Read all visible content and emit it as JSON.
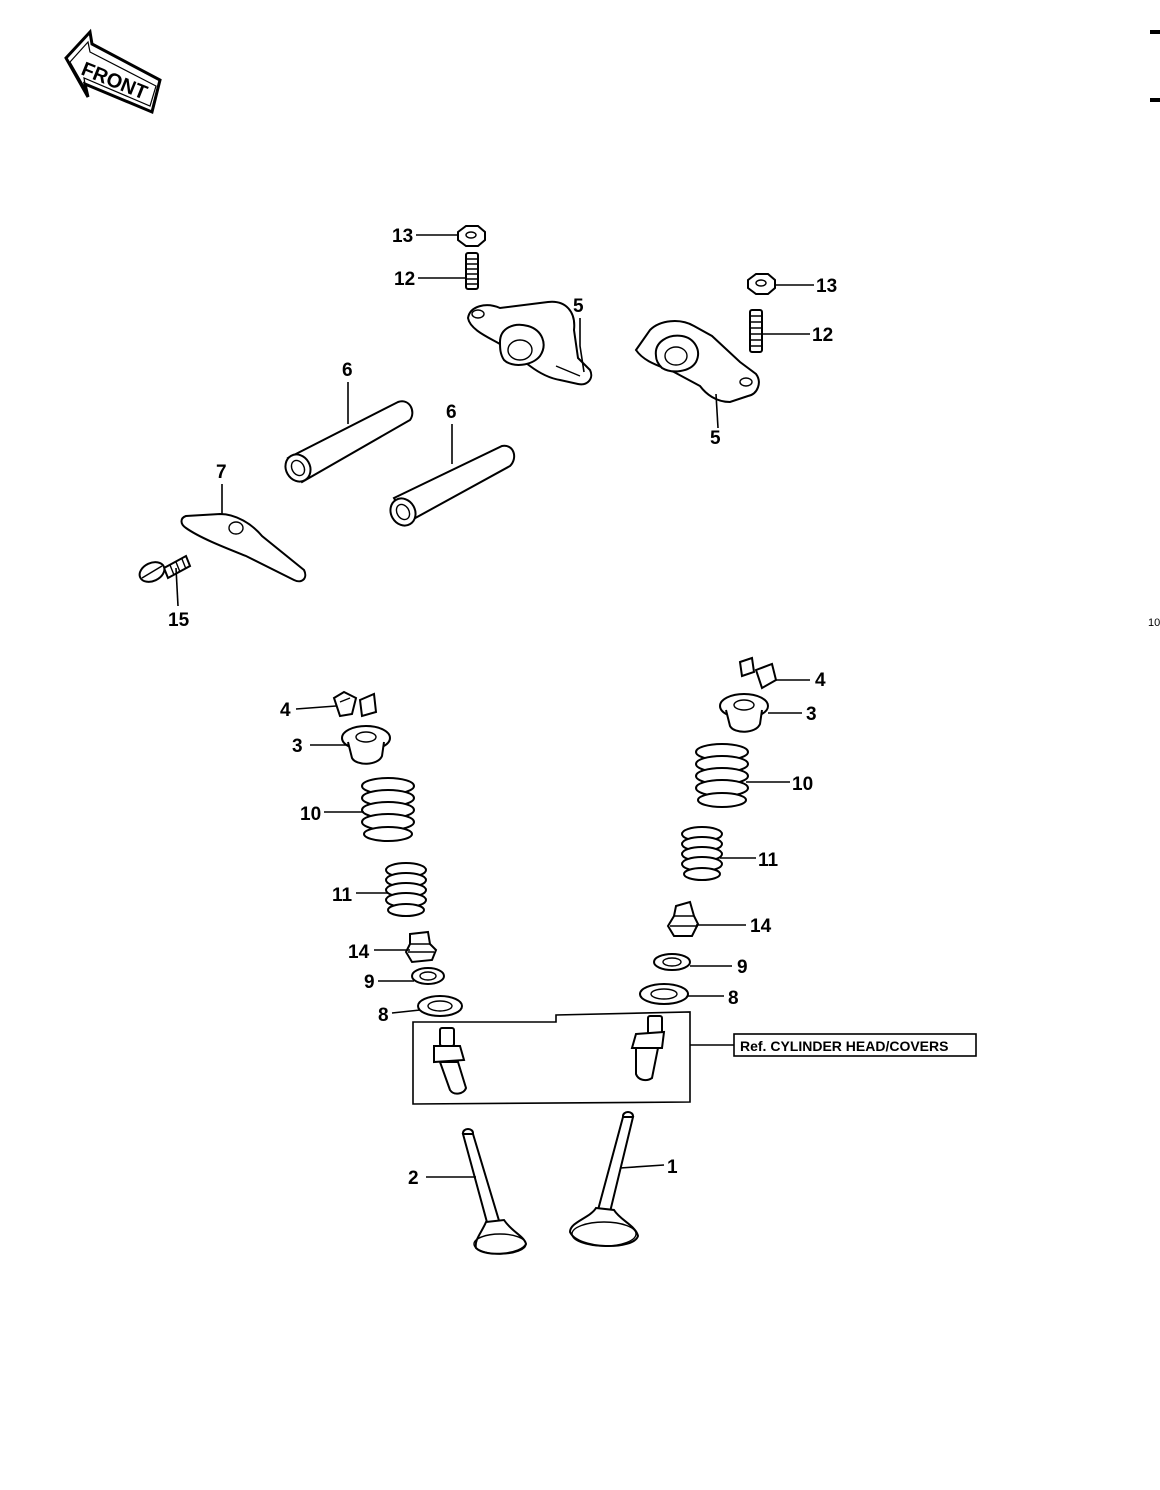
{
  "front_label": "FRONT",
  "reference_box": {
    "label": "Ref. CYLINDER HEAD/COVERS"
  },
  "edge_mark": "10",
  "callouts": [
    {
      "id": "c13a",
      "label": "13"
    },
    {
      "id": "c12a",
      "label": "12"
    },
    {
      "id": "c5a",
      "label": "5"
    },
    {
      "id": "c13b",
      "label": "13"
    },
    {
      "id": "c12b",
      "label": "12"
    },
    {
      "id": "c5b",
      "label": "5"
    },
    {
      "id": "c6a",
      "label": "6"
    },
    {
      "id": "c6b",
      "label": "6"
    },
    {
      "id": "c7",
      "label": "7"
    },
    {
      "id": "c15",
      "label": "15"
    },
    {
      "id": "c4a",
      "label": "4"
    },
    {
      "id": "c3a",
      "label": "3"
    },
    {
      "id": "c10a",
      "label": "10"
    },
    {
      "id": "c11a",
      "label": "11"
    },
    {
      "id": "c14a",
      "label": "14"
    },
    {
      "id": "c9a",
      "label": "9"
    },
    {
      "id": "c8a",
      "label": "8"
    },
    {
      "id": "c4b",
      "label": "4"
    },
    {
      "id": "c3b",
      "label": "3"
    },
    {
      "id": "c10b",
      "label": "10"
    },
    {
      "id": "c11b",
      "label": "11"
    },
    {
      "id": "c14b",
      "label": "14"
    },
    {
      "id": "c9b",
      "label": "9"
    },
    {
      "id": "c8b",
      "label": "8"
    },
    {
      "id": "c2",
      "label": "2"
    },
    {
      "id": "c1",
      "label": "1"
    }
  ]
}
